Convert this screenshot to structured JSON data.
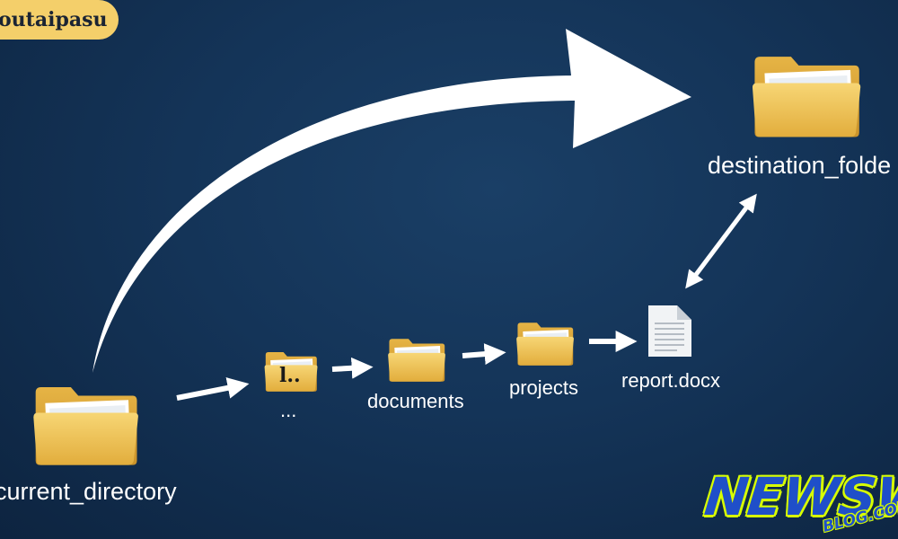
{
  "badge": {
    "text": "outaipasu"
  },
  "nodes": {
    "current_directory": {
      "label": "current_directory",
      "icon": "folder-icon"
    },
    "parent": {
      "label": "...",
      "folder_text": "l..",
      "icon": "folder-icon"
    },
    "documents": {
      "label": "documents",
      "icon": "folder-icon"
    },
    "projects": {
      "label": "projects",
      "icon": "folder-icon"
    },
    "report": {
      "label": "report.docx",
      "icon": "document-icon"
    },
    "destination": {
      "label": "destination_folde",
      "icon": "folder-icon"
    }
  },
  "watermark": {
    "main": "NEWSWAL",
    "sub": "BLOG.COM"
  },
  "colors": {
    "background": "#143458",
    "folder": "#f2c75a",
    "folder_dark": "#d9a836",
    "arrow": "#ffffff",
    "badge": "#f4cf6a",
    "watermark_blue": "#1f4fc9",
    "watermark_yellow": "#d8ff00"
  }
}
